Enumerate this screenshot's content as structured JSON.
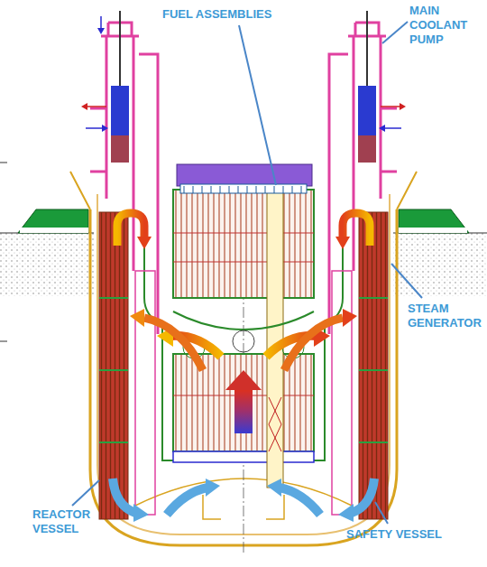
{
  "diagram": {
    "labels": [
      "FUEL ASSEMBLIES",
      "MAIN COOLANT PUMP",
      "STEAM GENERATOR",
      "REACTOR VESSEL",
      "SAFETY VESSEL"
    ]
  }
}
